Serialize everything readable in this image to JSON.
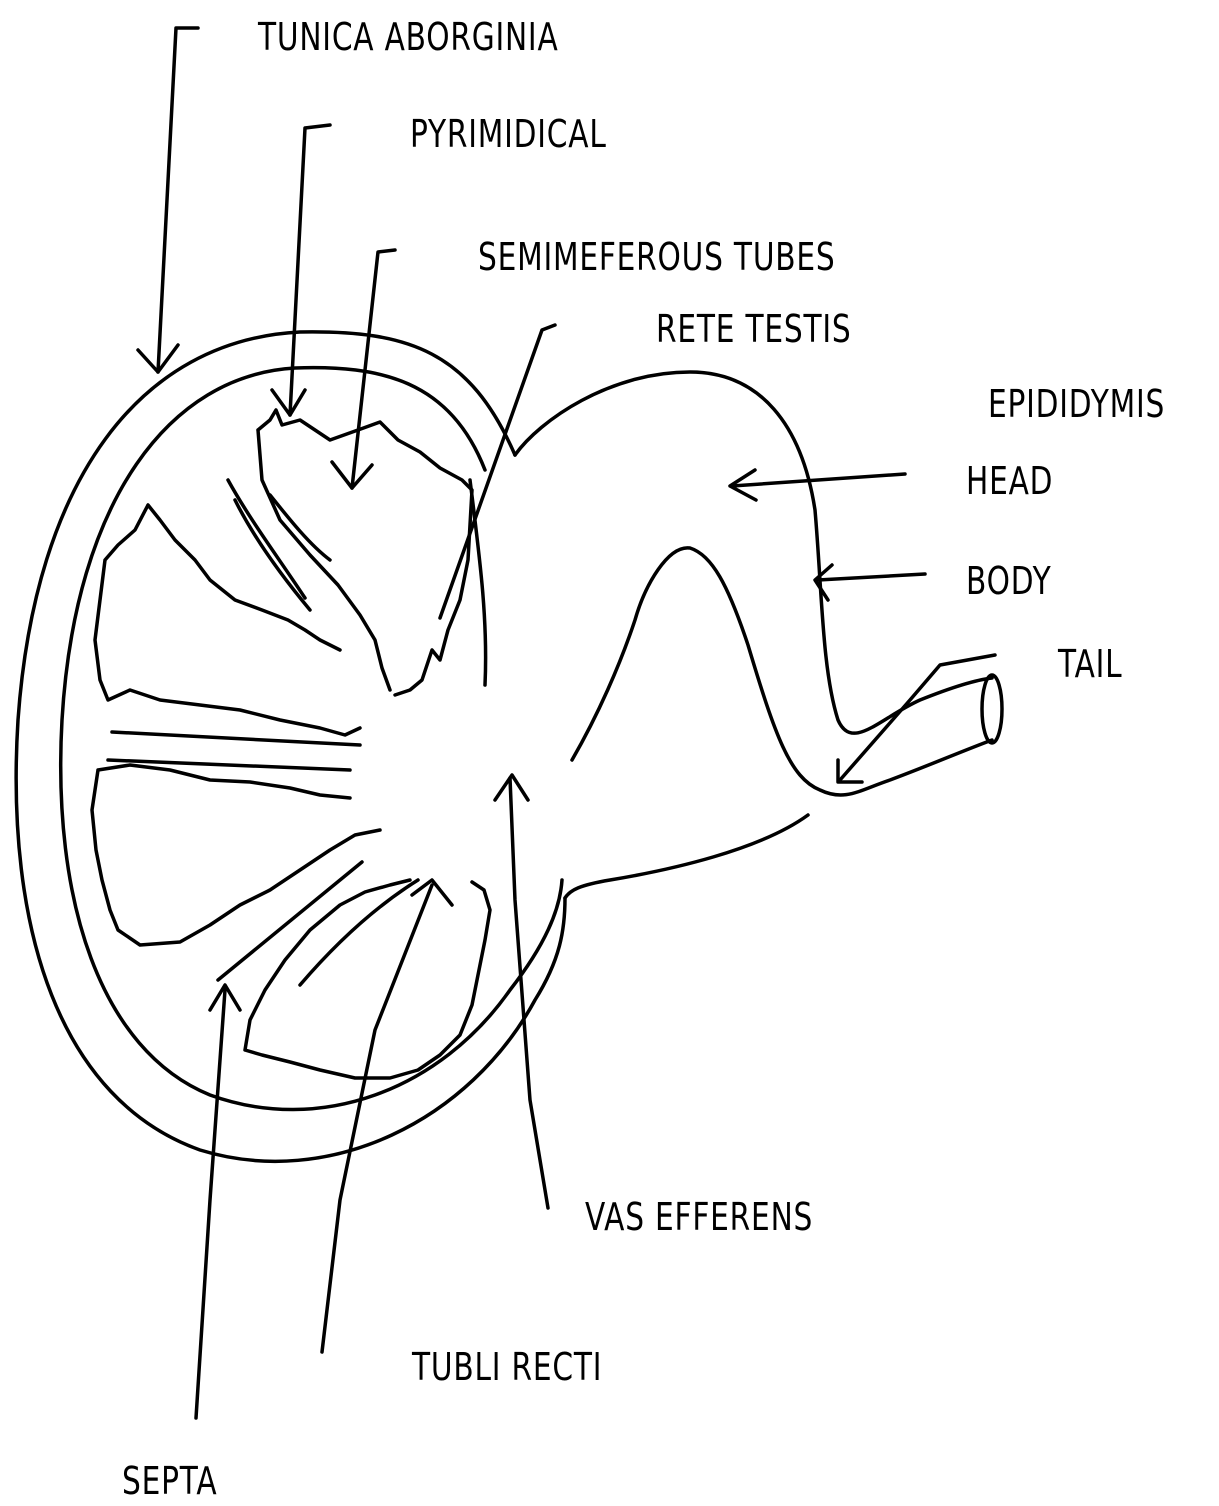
{
  "labels": {
    "tunica_aborginia": "TUNICA ABORGINIA",
    "pyrimidical": "PYRIMIDICAL",
    "semimeferous_tubes": "SEMIMEFEROUS TUBES",
    "rete_testis": "RETE TESTIS",
    "epididymis": "EPIDIDYMIS",
    "head": "HEAD",
    "body": "BODY",
    "tail": "TAIL",
    "vas_efferens": "VAS EFFERENS",
    "tubli_recti": "TUBLI RECTI",
    "septa": "SEPTA"
  },
  "colors": {
    "ink": "#000000",
    "background": "#ffffff"
  }
}
